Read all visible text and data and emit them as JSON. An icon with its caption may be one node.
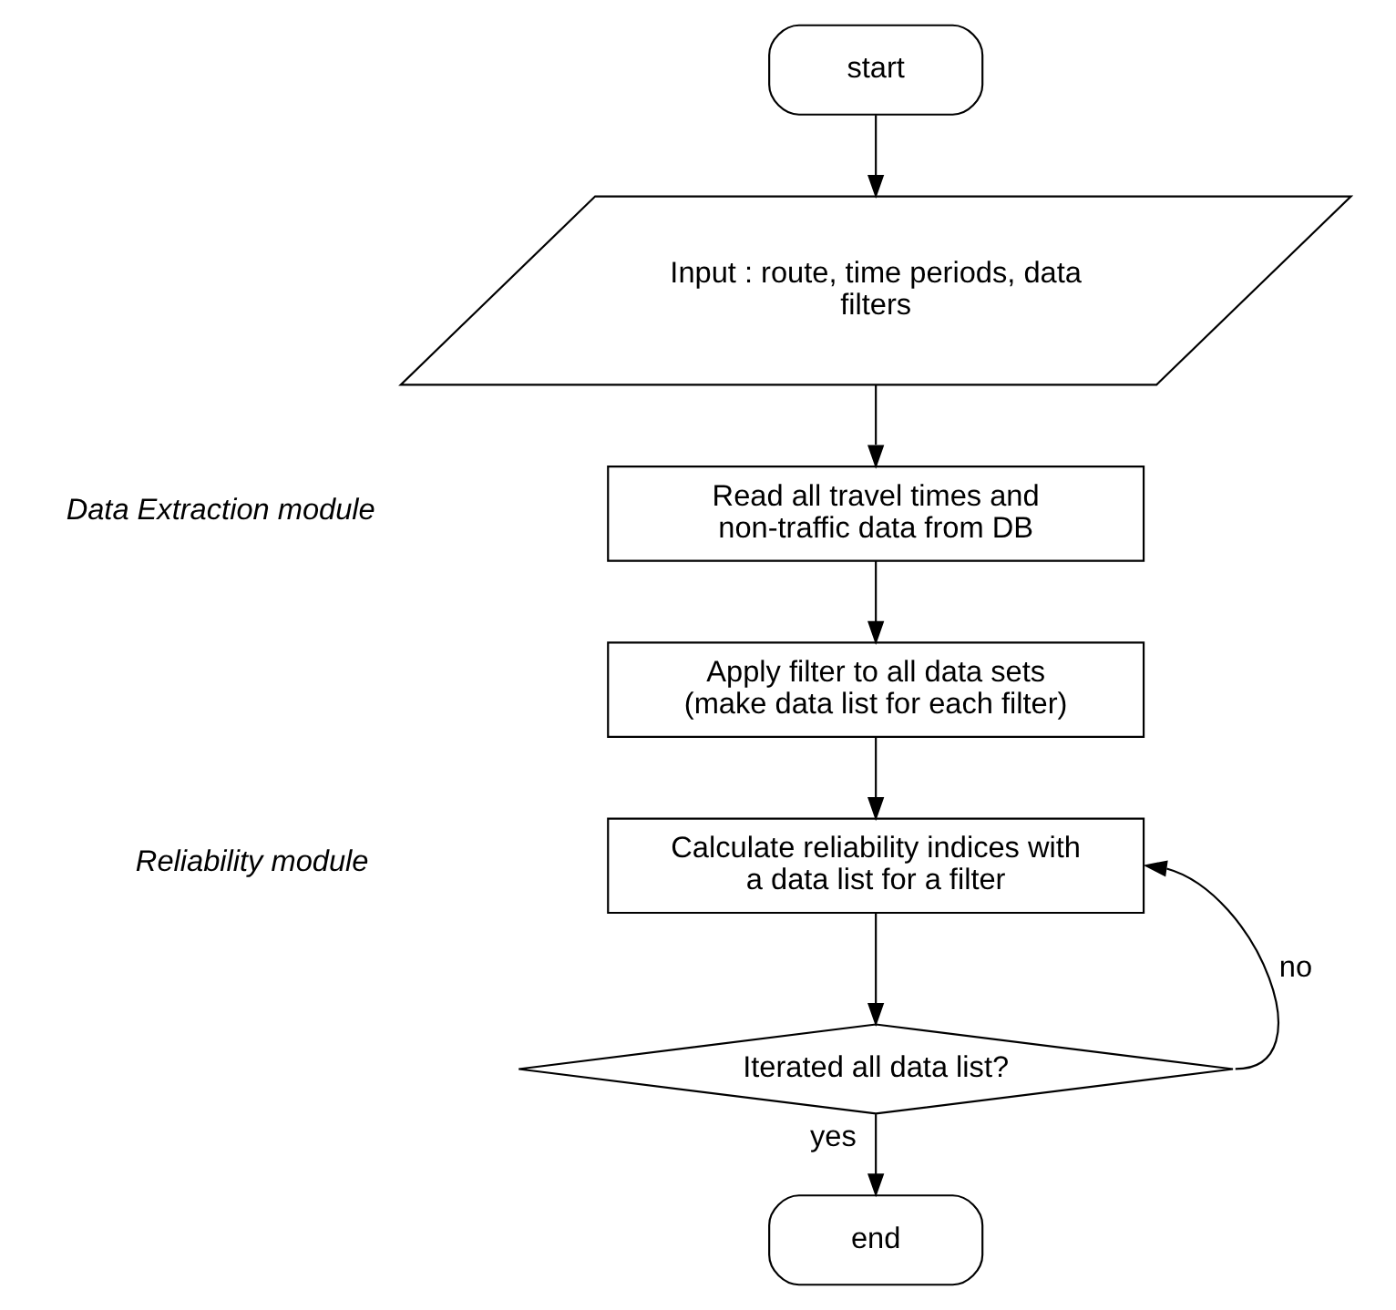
{
  "diagram": {
    "nodes": [
      {
        "text": [
          "start"
        ]
      },
      {
        "text": [
          "Input : route, time periods, data filters"
        ]
      },
      {
        "text": [
          "Read all travel times and non-traffic data from DB"
        ]
      },
      {
        "text": [
          "Apply filter to all data sets (make data list for each filter)"
        ]
      },
      {
        "text": [
          "Calculate reliability indices with a data list for a filter"
        ]
      },
      {
        "text": [
          "Iterated all data list?"
        ]
      },
      {
        "text": [
          "end"
        ]
      }
    ],
    "edges": [
      {
        "from": 0,
        "to": 1,
        "arrow": "to"
      },
      {
        "from": 1,
        "to": 2,
        "arrow": "to"
      },
      {
        "from": 2,
        "to": 3,
        "arrow": "to"
      },
      {
        "from": 3,
        "to": 4,
        "arrow": "to"
      },
      {
        "from": 4,
        "to": 5,
        "arrow": "to"
      },
      {
        "from": 5,
        "to": 6,
        "arrow": "to",
        "label": "yes"
      },
      {
        "from": 5,
        "to": 4,
        "arrow": "to",
        "label": "no"
      }
    ],
    "labels": [
      "Data Extraction module",
      "Reliability module"
    ]
  }
}
